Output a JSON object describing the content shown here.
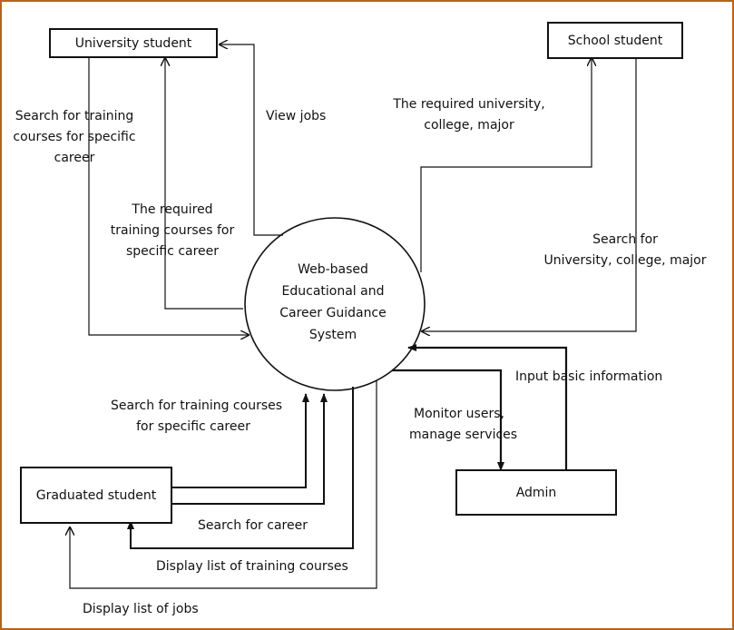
{
  "entities": {
    "university_student": "University student",
    "school_student": "School student",
    "graduated_student": "Graduated student",
    "admin": "Admin"
  },
  "process": [
    "Web-based",
    "Educational and",
    "Career Guidance",
    "System"
  ],
  "flows": {
    "view_jobs": [
      "View jobs"
    ],
    "uni_search_courses": [
      "Search for training",
      "courses for specific",
      "career"
    ],
    "uni_required_courses": [
      "The required",
      "training courses for",
      "specific career"
    ],
    "school_required": [
      "The required university,",
      "college, major"
    ],
    "school_search": [
      "Search for",
      "University, college, major"
    ],
    "admin_input": [
      "Input basic information"
    ],
    "admin_monitor": [
      "Monitor users,",
      "manage services"
    ],
    "grad_search_courses": [
      "Search for training courses",
      "for specific career"
    ],
    "grad_search_career": [
      "Search for career"
    ],
    "grad_display_courses": [
      "Display list of training courses"
    ],
    "grad_display_jobs": [
      "Display list of jobs"
    ]
  }
}
